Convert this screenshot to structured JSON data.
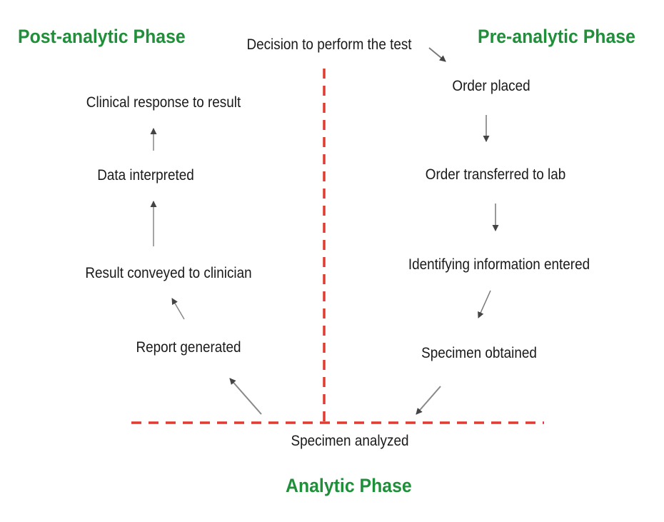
{
  "colors": {
    "phase_title": "#1f8f3a",
    "divider": "#e23a2e",
    "arrow": "#777777",
    "text": "#1a1a1a"
  },
  "phases": {
    "post_analytic": "Post-analytic Phase",
    "pre_analytic": "Pre-analytic Phase",
    "analytic": "Analytic Phase"
  },
  "steps": {
    "decision": "Decision to perform the test",
    "order_placed": "Order placed",
    "order_transferred": "Order transferred to lab",
    "identifying_info": "Identifying information entered",
    "specimen_obtained": "Specimen obtained",
    "specimen_analyzed": "Specimen analyzed",
    "report_generated": "Report generated",
    "result_conveyed": "Result conveyed to clinician",
    "data_interpreted": "Data interpreted",
    "clinical_response": "Clinical response to result"
  }
}
